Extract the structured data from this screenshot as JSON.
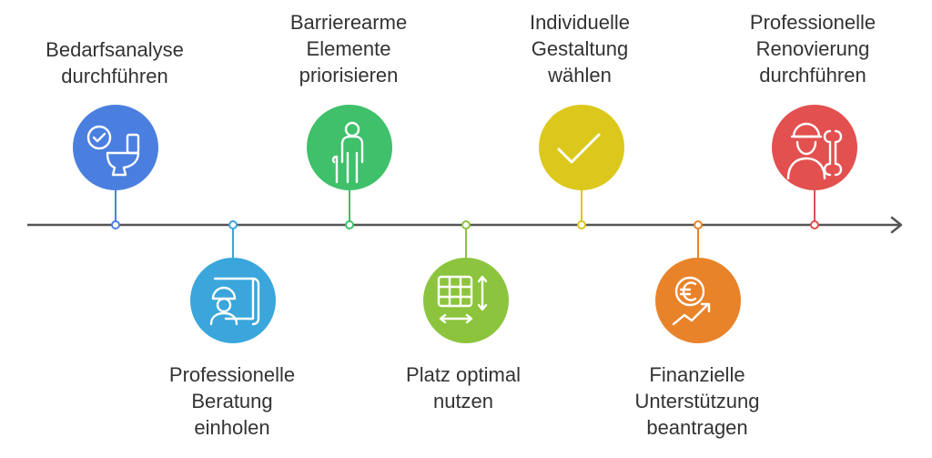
{
  "timeline": {
    "steps": [
      {
        "label": "Bedarfsanalyse\ndurchführen",
        "icon": "toilet-check-icon",
        "color": "#4a7fe0"
      },
      {
        "label": "Professionelle\nBeratung\neinholen",
        "icon": "engineer-blueprint-icon",
        "color": "#3aa6db"
      },
      {
        "label": "Barrierearme\nElemente\npriorisieren",
        "icon": "person-with-cane-icon",
        "color": "#3fc06a"
      },
      {
        "label": "Platz optimal\nnutzen",
        "icon": "grid-dimensions-icon",
        "color": "#8cc43d"
      },
      {
        "label": "Individuelle\nGestaltung\nwählen",
        "icon": "checkmark-icon",
        "color": "#dcc81c"
      },
      {
        "label": "Finanzielle\nUnterstützung\nbeantragen",
        "icon": "euro-growth-icon",
        "color": "#e8832a"
      },
      {
        "label": "Professionelle\nRenovierung\ndurchführen",
        "icon": "worker-wrench-icon",
        "color": "#e2504f"
      }
    ]
  }
}
